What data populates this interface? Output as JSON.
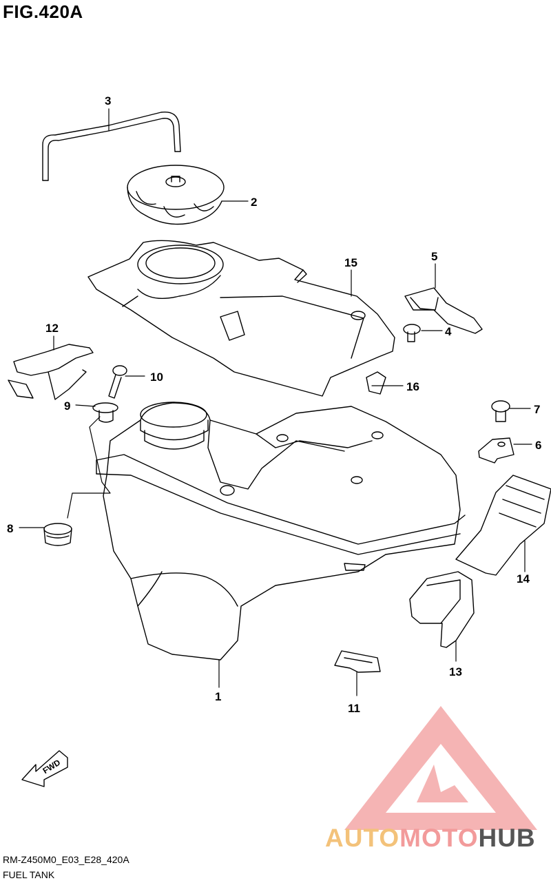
{
  "figure": {
    "title": "FIG.420A"
  },
  "callouts": [
    {
      "id": "1",
      "label": "1"
    },
    {
      "id": "2",
      "label": "2"
    },
    {
      "id": "3",
      "label": "3"
    },
    {
      "id": "4",
      "label": "4"
    },
    {
      "id": "5",
      "label": "5"
    },
    {
      "id": "6",
      "label": "6"
    },
    {
      "id": "7",
      "label": "7"
    },
    {
      "id": "8",
      "label": "8"
    },
    {
      "id": "9",
      "label": "9"
    },
    {
      "id": "10",
      "label": "10"
    },
    {
      "id": "11",
      "label": "11"
    },
    {
      "id": "12",
      "label": "12"
    },
    {
      "id": "13",
      "label": "13"
    },
    {
      "id": "14",
      "label": "14"
    },
    {
      "id": "15",
      "label": "15"
    },
    {
      "id": "16",
      "label": "16"
    }
  ],
  "fwd_arrow": {
    "label": "FWD"
  },
  "footer": {
    "code": "RM-Z450M0_E03_E28_420A",
    "name": "FUEL TANK"
  },
  "watermark": {
    "part1": "AUTO",
    "part2": "MOTO",
    "part3": "HUB",
    "colors": {
      "triangle": "#f29b9b",
      "auto": "#f3c27a",
      "hub": "#555555"
    }
  }
}
